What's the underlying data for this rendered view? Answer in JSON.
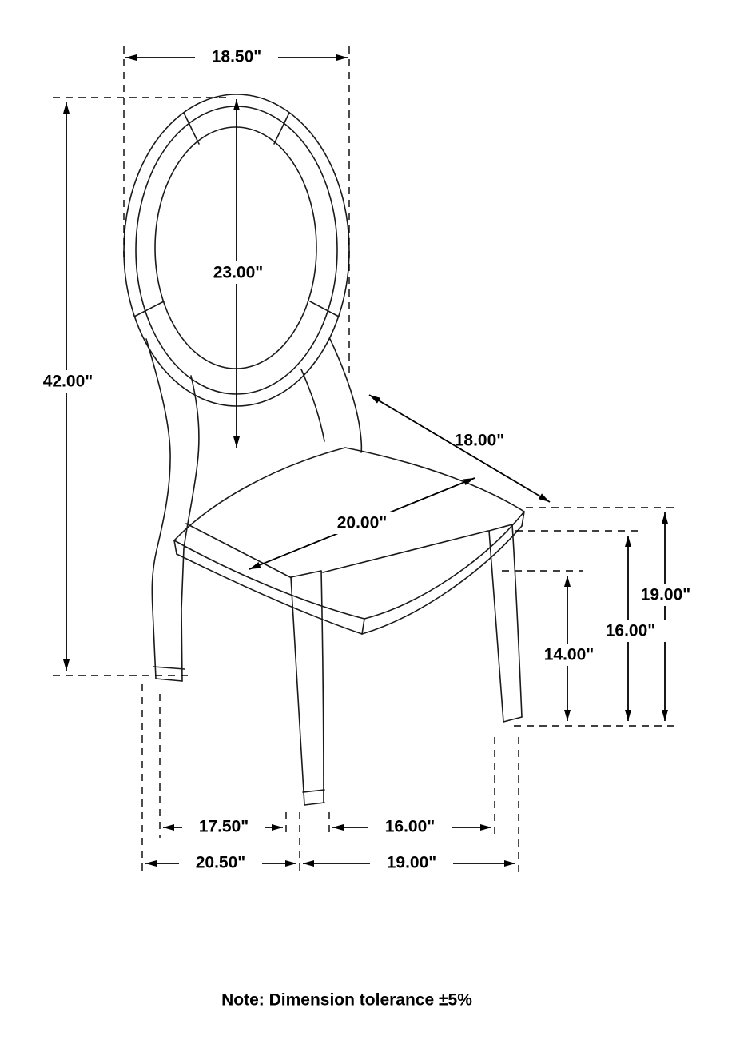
{
  "colors": {
    "line": "#000000",
    "background": "#ffffff"
  },
  "note": "Note: Dimension tolerance ±5%",
  "dimensions": {
    "back_width": "18.50\"",
    "back_height": "23.00\"",
    "overall_height": "42.00\"",
    "seat_depth": "18.00\"",
    "seat_width": "20.00\"",
    "floor_to_seat_back": "19.00\"",
    "floor_to_seat_front": "16.00\"",
    "floor_to_apron": "14.00\"",
    "front_leg_spacing": "17.50\"",
    "side_leg_spacing": "16.00\"",
    "base_width": "20.50\"",
    "base_depth": "19.00\""
  }
}
